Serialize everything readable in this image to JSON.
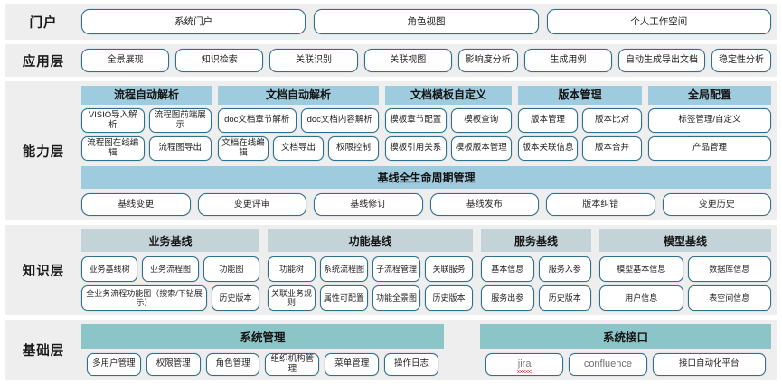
{
  "colors": {
    "row_band": "#eeeeee",
    "pill_border": "#2e6f8e",
    "capability_header": "#9ecbde",
    "knowledge_header": "#c4d3d8",
    "base_header": "#8cc5c8",
    "misspell_underline": "#e01b1b"
  },
  "layers": [
    {
      "id": "portal",
      "label": "门户",
      "items": [
        "系统门户",
        "角色视图",
        "个人工作空间"
      ]
    },
    {
      "id": "application",
      "label": "应用层",
      "items": [
        "全景展现",
        "知识检索",
        "关联识别",
        "关联视图",
        "影响度分析",
        "生成用例",
        "自动生成导出文档",
        "稳定性分析"
      ]
    },
    {
      "id": "capability",
      "label": "能力层",
      "groups": [
        {
          "title": "流程自动解析",
          "rows": [
            [
              "VISIO导入解析",
              "流程图前端展示"
            ],
            [
              "流程图在线编辑",
              "流程图导出"
            ]
          ]
        },
        {
          "title": "文档自动解析",
          "rows": [
            [
              "doc文档章节解析",
              "doc文档内容解析"
            ],
            [
              "文档在线编辑",
              "文档导出",
              "权限控制"
            ]
          ]
        },
        {
          "title": "文档模板自定义",
          "rows": [
            [
              "模板章节配置",
              "模板查询"
            ],
            [
              "模板引用关系",
              "模板版本管理"
            ]
          ]
        },
        {
          "title": "版本管理",
          "rows": [
            [
              "版本管理",
              "版本比对"
            ],
            [
              "版本关联信息",
              "版本合并"
            ]
          ]
        },
        {
          "title": "全局配置",
          "rows": [
            [
              "标签管理/自定义"
            ],
            [
              "产品管理"
            ]
          ]
        }
      ],
      "lifecycle": {
        "title": "基线全生命周期管理",
        "items": [
          "基线变更",
          "变更评审",
          "基线修订",
          "基线发布",
          "版本纠错",
          "变更历史"
        ]
      }
    },
    {
      "id": "knowledge",
      "label": "知识层",
      "groups": [
        {
          "title": "业务基线",
          "rows": [
            [
              "业务基线树",
              "业务流程图",
              "功能图"
            ],
            [
              "全业务流程功能图（搜索/下钻展示）",
              "历史版本"
            ]
          ]
        },
        {
          "title": "功能基线",
          "rows": [
            [
              "功能树",
              "系统流程图",
              "子流程管理",
              "关联服务"
            ],
            [
              "关联业务规则",
              "属性可配置",
              "功能全景图",
              "历史版本"
            ]
          ]
        },
        {
          "title": "服务基线",
          "rows": [
            [
              "基本信息",
              "服务入参"
            ],
            [
              "服务出参",
              "历史版本"
            ]
          ]
        },
        {
          "title": "模型基线",
          "rows": [
            [
              "模型基本信息",
              "数据库信息"
            ],
            [
              "用户信息",
              "表空间信息"
            ]
          ]
        }
      ]
    },
    {
      "id": "base",
      "label": "基础层",
      "groups": [
        {
          "title": "系统管理",
          "items": [
            {
              "text": "多用户管理",
              "style": "cn"
            },
            {
              "text": "权限管理",
              "style": "cn"
            },
            {
              "text": "角色管理",
              "style": "cn"
            },
            {
              "text": "组织机构管理",
              "style": "cn"
            },
            {
              "text": "菜单管理",
              "style": "cn"
            },
            {
              "text": "操作日志",
              "style": "cn"
            }
          ]
        },
        {
          "title": "系统接口",
          "items": [
            {
              "text": "jira",
              "style": "misspelled"
            },
            {
              "text": "confluence",
              "style": "latin"
            },
            {
              "text": "接口自动化平台",
              "style": "cn"
            }
          ]
        }
      ]
    }
  ]
}
